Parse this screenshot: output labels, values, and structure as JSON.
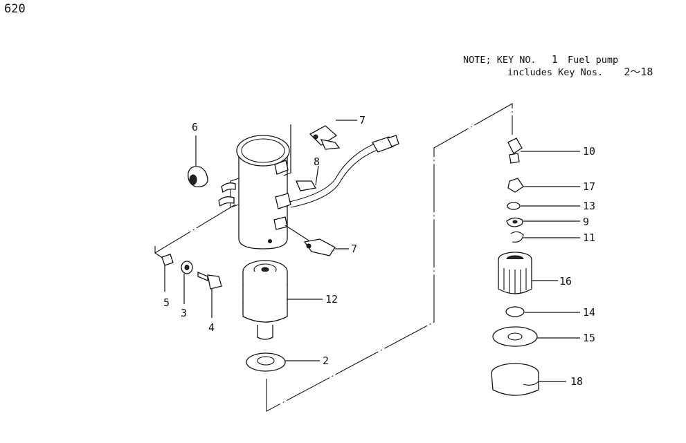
{
  "page_number": "620",
  "note": {
    "line1_prefix": "NOTE; KEY NO.",
    "key_no": "1",
    "line1_suffix": "Fuel pump",
    "line2_prefix": "includes Key Nos.",
    "range": "2～18"
  },
  "callouts": {
    "c2": "2",
    "c3": "3",
    "c4": "4",
    "c5": "5",
    "c6": "6",
    "c7a": "7",
    "c7b": "7",
    "c8": "8",
    "c9": "9",
    "c10": "10",
    "c11": "11",
    "c12": "12",
    "c13": "13",
    "c14": "14",
    "c15": "15",
    "c16": "16",
    "c17": "17",
    "c18": "18"
  }
}
